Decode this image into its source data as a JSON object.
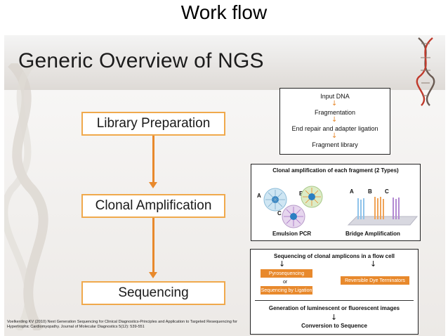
{
  "slide_title": "Work flow",
  "heading": "Generic Overview of NGS",
  "stages": [
    "Library Preparation",
    "Clonal Amplification",
    "Sequencing"
  ],
  "library_box": {
    "steps": [
      "Input DNA",
      "Fragmentation",
      "End repair and adapter ligation",
      "Fragment library"
    ]
  },
  "amplification_box": {
    "title": "Clonal amplification of each fragment (2 Types)",
    "emulsion_labels": [
      "A",
      "B",
      "C"
    ],
    "emulsion_caption": "Emulsion PCR",
    "bridge_labels": [
      "A",
      "B",
      "C"
    ],
    "bridge_caption": "Bridge Amplification"
  },
  "sequencing_box": {
    "title": "Sequencing of clonal amplicons in a flow cell",
    "method_1": "Pyrosequencing",
    "or_text": "or",
    "method_2": "Sequencing by Ligation",
    "method_3": "Reversible Dye Terminators",
    "step_2": "Generation of luminescent or fluorescent images",
    "step_3": "Conversion to Sequence"
  },
  "citation": "Voelkerding KV (2010) Next Generation Sequencing for Clinical Diagnostics-Principles and Application to Targeted Resequencing for Hypertrophic Cardiomyopathy. Journal of Molecular Diagnostics 5(12): 539-551",
  "colors": {
    "accent": "#e8892c",
    "stage_border": "#f0a94c",
    "panel": "#e9e6e3"
  }
}
